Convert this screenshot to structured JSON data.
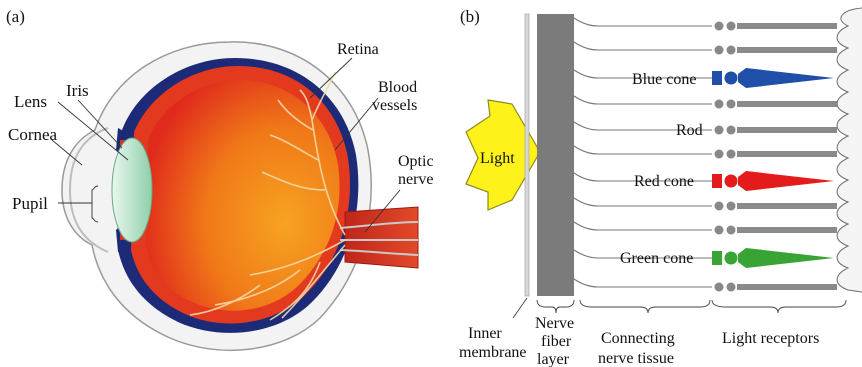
{
  "panel_a": {
    "label": "(a)",
    "labels": {
      "retina": "Retina",
      "lens": "Lens",
      "iris": "Iris",
      "cornea": "Cornea",
      "pupil": "Pupil",
      "blood_vessels_line1": "Blood",
      "blood_vessels_line2": "vessels",
      "optic_nerve_line1": "Optic",
      "optic_nerve_line2": "nerve"
    }
  },
  "panel_b": {
    "label": "(b)",
    "light": "Light",
    "cones": {
      "blue": "Blue cone",
      "rod": "Rod",
      "red": "Red cone",
      "green": "Green cone"
    },
    "bottom": {
      "inner_line1": "Inner",
      "inner_line2": "membrane",
      "nerve_line1": "Nerve",
      "nerve_line2": "fiber",
      "nerve_line3": "layer",
      "connecting_line1": "Connecting",
      "connecting_line2": "nerve tissue",
      "receptors": "Light receptors"
    }
  },
  "colors": {
    "eye_orange": "#f28a1a",
    "eye_red": "#e8321e",
    "eye_navy": "#1c2a78",
    "lens_green": "#bfe5cf",
    "light_yellow": "#fff21a",
    "blue_cone": "#1f4fa8",
    "red_cone": "#e41b1b",
    "green_cone": "#3aa335",
    "rod_gray": "#888888"
  }
}
